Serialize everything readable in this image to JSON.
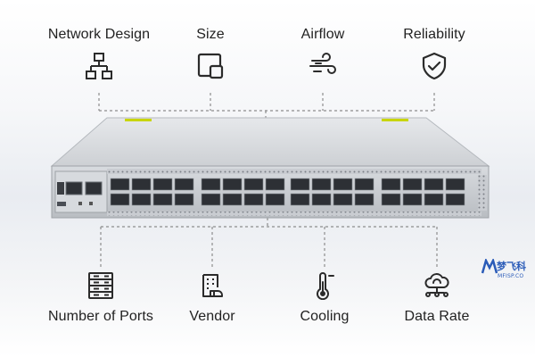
{
  "features_top": [
    {
      "label": "Network Design",
      "icon": "network-topology-icon"
    },
    {
      "label": "Size",
      "icon": "size-icon"
    },
    {
      "label": "Airflow",
      "icon": "airflow-icon"
    },
    {
      "label": "Reliability",
      "icon": "shield-check-icon"
    }
  ],
  "features_bottom": [
    {
      "label": "Number of Ports",
      "icon": "server-rack-icon"
    },
    {
      "label": "Vendor",
      "icon": "vendor-building-icon"
    },
    {
      "label": "Cooling",
      "icon": "thermometer-icon"
    },
    {
      "label": "Data Rate",
      "icon": "cloud-network-icon"
    }
  ],
  "watermark": {
    "cn": "梦飞科",
    "en": "MFISP.CO"
  },
  "colors": {
    "icon": "#2b2b2b",
    "line": "#8a8a8a",
    "switch_body": "#c9ccd1",
    "accent_led": "#c8d500",
    "watermark": "#2a5bb8"
  }
}
